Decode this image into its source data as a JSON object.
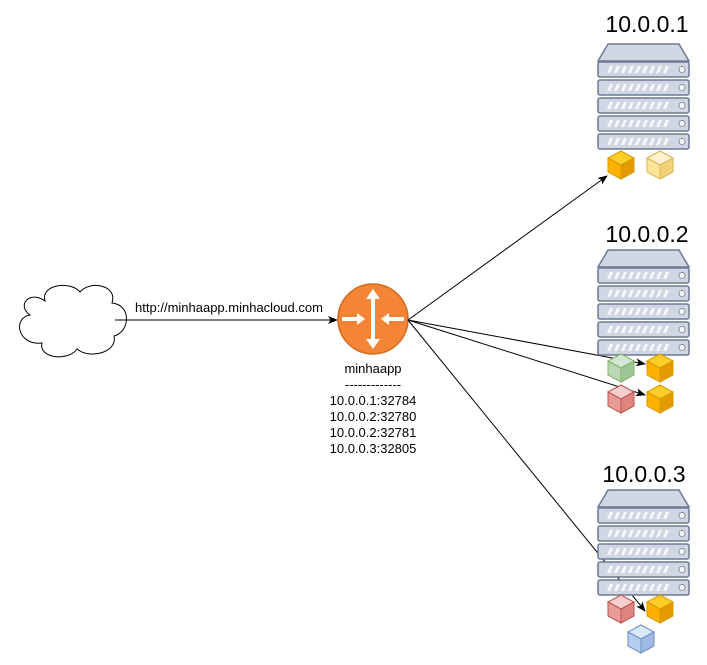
{
  "client": {
    "icon": "cloud-icon",
    "url_label": "http://minhaapp.minhacloud.com"
  },
  "router": {
    "icon": "router-icon",
    "color": "#F58536",
    "name": "minhaapp",
    "separator": "-------------",
    "routes": [
      "10.0.0.1:32784",
      "10.0.0.2:32780",
      "10.0.0.2:32781",
      "10.0.0.3:32805"
    ]
  },
  "hosts": [
    {
      "title": "10.0.0.1",
      "containers": [
        {
          "color": "orange",
          "routed": true
        },
        {
          "color": "light-yellow",
          "routed": false
        }
      ]
    },
    {
      "title": "10.0.0.2",
      "containers": [
        {
          "color": "green",
          "routed": false
        },
        {
          "color": "orange",
          "routed": true
        },
        {
          "color": "red",
          "routed": false
        },
        {
          "color": "orange",
          "routed": true
        }
      ]
    },
    {
      "title": "10.0.0.3",
      "containers": [
        {
          "color": "red",
          "routed": false
        },
        {
          "color": "orange",
          "routed": true
        },
        {
          "color": "blue",
          "routed": false
        }
      ]
    }
  ],
  "palette": {
    "orange": [
      "#FFCD28",
      "#FFB000",
      "#E59A00",
      "#D79B00"
    ],
    "light-yellow": [
      "#FFF2CC",
      "#FFE599",
      "#F5D17A",
      "#D6B656"
    ],
    "green": [
      "#D5E8D4",
      "#B9D7B5",
      "#A0C49A",
      "#82B366"
    ],
    "red": [
      "#F8CECC",
      "#EA9A97",
      "#DE8580",
      "#B85450"
    ],
    "blue": [
      "#DAE8FC",
      "#B5CDF0",
      "#9EBBE6",
      "#6C8EBF"
    ],
    "server_face": "#D0D6E2",
    "server_slot": "#A9B2C5",
    "server_edge": "#6D7A96"
  }
}
